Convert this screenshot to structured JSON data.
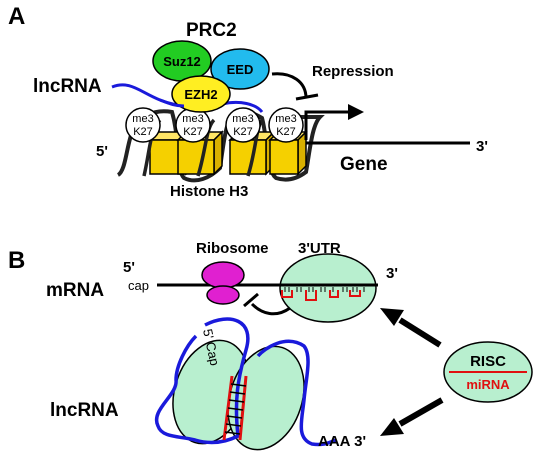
{
  "panelA": {
    "label": "A",
    "complex_name": "PRC2",
    "subunits": {
      "suz12": "Suz12",
      "eed": "EED",
      "ezh2": "EZH2"
    },
    "lncrna_label": "lncRNA",
    "repression_label": "Repression",
    "five_prime": "5'",
    "three_prime": "3'",
    "gene_label": "Gene",
    "histone_label": "Histone H3",
    "mark_line1": "me3",
    "mark_line2": "K27"
  },
  "panelB": {
    "label": "B",
    "mrna_label": "mRNA",
    "five_prime": "5'",
    "cap_label": "cap",
    "ribosome_label": "Ribosome",
    "utr_label": "3'UTR",
    "three_prime": "3'",
    "lncrna_label": "lncRNA",
    "five_cap_label": "5' Cap",
    "polya_label": "AAA 3'",
    "risc_label": "RISC",
    "mirna_label": "miRNA"
  },
  "colors": {
    "suz12": "#22cc22",
    "eed": "#22bbee",
    "ezh2": "#ffee22",
    "histone": "#f5d000",
    "rna_blue": "#1a1adb",
    "ribosome": "#e020d0",
    "mint": "#b8efcf",
    "mirna_red": "#e01010"
  }
}
